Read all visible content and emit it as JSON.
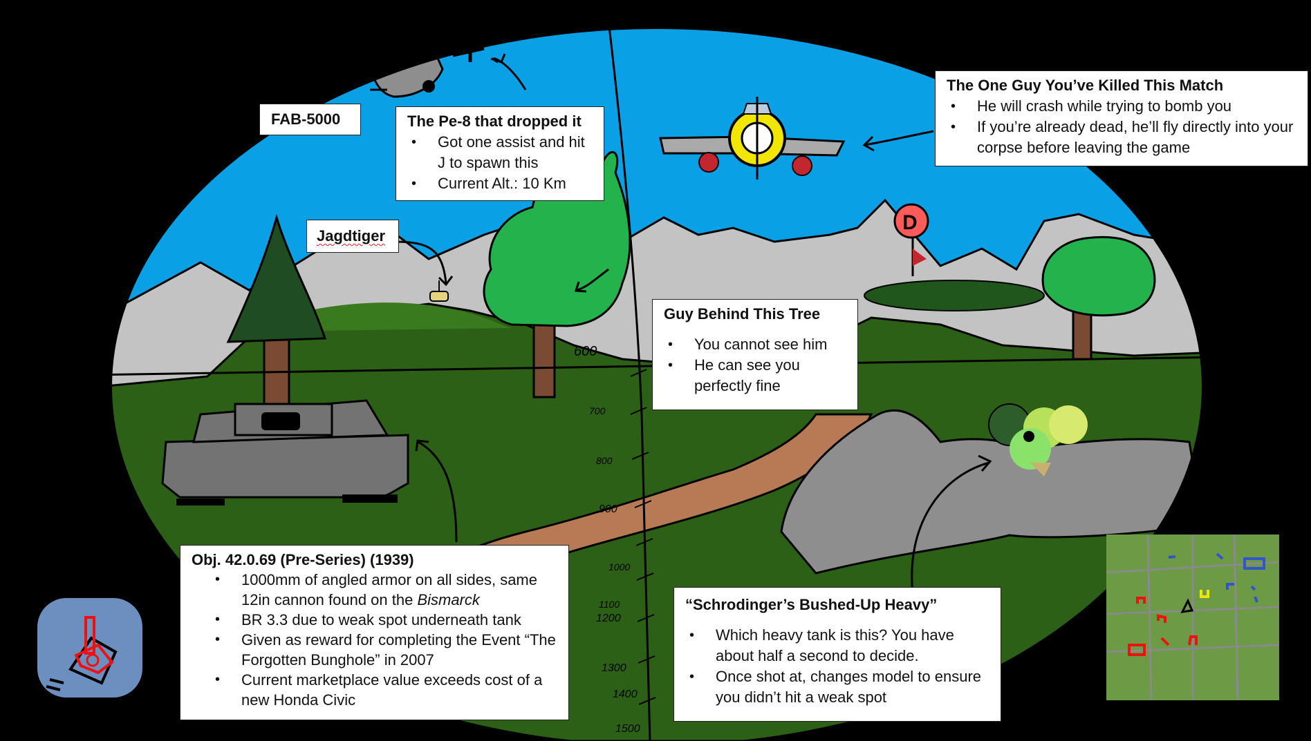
{
  "callouts": {
    "fab": {
      "title": "FAB-5000"
    },
    "pe8": {
      "title": "The Pe-8 that dropped it",
      "bullets": [
        "Got one assist and hit J to spawn this",
        "Current Alt.: 10 Km"
      ]
    },
    "killer": {
      "title": "The One Guy You’ve Killed This Match",
      "bullets": [
        "He will crash while trying to bomb you",
        "If you’re already dead, he’ll fly directly into your corpse before leaving the game"
      ]
    },
    "jagd": {
      "title": "Jagdtiger"
    },
    "tree_guy": {
      "title": "Guy Behind This Tree",
      "bullets": [
        "You cannot see him",
        "He can see you perfectly fine"
      ]
    },
    "obj": {
      "title": "Obj. 42.0.69 (Pre-Series) (1939)",
      "bullet1_text": "1000mm of angled armor on all sides, same 12in cannon found on the ",
      "bullet1_em": "Bismarck",
      "bullets_rest": [
        "BR 3.3 due to weak spot underneath tank",
        "Given as reward for completing the Event “The Forgotten Bunghole” in 2007",
        "Current marketplace value exceeds cost of a new Honda Civic"
      ]
    },
    "schrod": {
      "title": "“Schrodinger’s Bushed-Up Heavy”",
      "bullets": [
        "Which heavy tank is this? You have about half a second to decide.",
        "Once shot at, changes model to ensure you didn’t hit a weak spot"
      ]
    }
  },
  "rangefinder": {
    "ticks": [
      "600",
      "700",
      "800",
      "900",
      "1000",
      "1100",
      "1200",
      "1300",
      "1400",
      "1500"
    ]
  },
  "map_marker": {
    "letter": "D"
  },
  "colors": {
    "sky": "#0aa0e6",
    "mountains": "#c3c3c3",
    "grass": "#2c6016",
    "grass_light": "#3a7a1f",
    "road": "#b87a55",
    "tree": "#23b24b",
    "pine": "#1f4d21",
    "trunk": "#7a4a32",
    "rock": "#8e8e8e",
    "tank": "#737373",
    "marker": "#ff5b5b",
    "minimap": "#6d9a44",
    "compass": "#6d8fbf"
  }
}
